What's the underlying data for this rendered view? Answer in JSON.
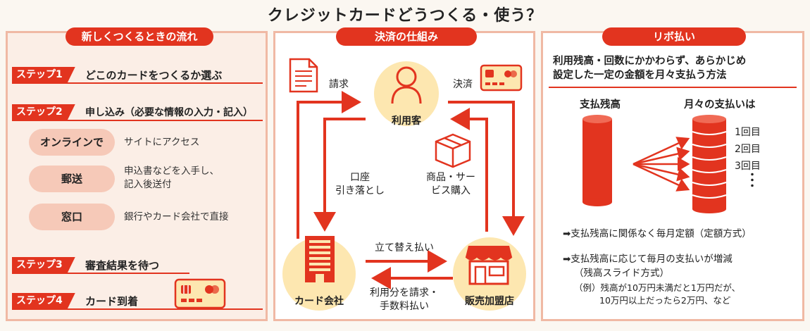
{
  "title": "クレジットカードどうつくる・使う？",
  "panel1": {
    "header": "新しくつくるときの流れ",
    "steps": [
      {
        "tag": "ステップ1",
        "text": "どこのカードをつくるか選ぶ"
      },
      {
        "tag": "ステップ2",
        "text": "申し込み（必要な情報の入力・記入）"
      },
      {
        "tag": "ステップ3",
        "text": "審査結果を待つ"
      },
      {
        "tag": "ステップ4",
        "text": "カード到着"
      }
    ],
    "methods": [
      {
        "label": "オンラインで",
        "desc": "サイトにアクセス"
      },
      {
        "label": "郵送",
        "desc": "申込書などを入手し、記入後送付"
      },
      {
        "label": "窓口",
        "desc": "銀行やカード会社で直接"
      }
    ]
  },
  "panel2": {
    "header": "決済の仕組み",
    "nodes": {
      "customer": "利用客",
      "card_company": "カード会社",
      "merchant": "販売加盟店"
    },
    "labels": {
      "billing": "請求",
      "payment": "決済",
      "debit_line1": "口座",
      "debit_line2": "引き落とし",
      "purchase_line1": "商品・サー",
      "purchase_line2": "ビス購入",
      "advance": "立て替え払い",
      "charge_line1": "利用分を請求・",
      "charge_line2": "手数料払い"
    }
  },
  "panel3": {
    "header": "リボ払い",
    "desc_line1": "利用残高・回数にかかわらず、あらかじめ",
    "desc_line2": "設定した一定の金額を月々支払う方法",
    "balance_label": "支払残高",
    "monthly_label": "月々の支払いは",
    "installments": [
      "1回目",
      "2回目",
      "3回目"
    ],
    "dots": "・\n・\n・",
    "bullet1": "➡支払残高に関係なく毎月定額（定額方式）",
    "bullet2": "➡支払残高に応じて毎月の支払いが増減",
    "bullet2_sub": "（残高スライド方式）",
    "example_line1": "（例）残高が10万円未満だと1万円だが、",
    "example_line2": "10万円以上だったら2万円、など"
  },
  "colors": {
    "accent": "#e2341f",
    "circle": "#fde7b0",
    "panel_bg": "#fbeee6",
    "panel_border": "#f0b9a4",
    "pill_bg": "#f6c9b8"
  }
}
